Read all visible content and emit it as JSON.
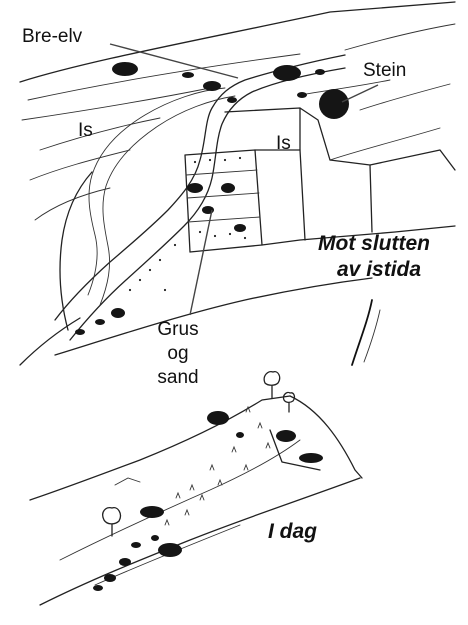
{
  "labels": {
    "bre_elv": "Bre-elv",
    "stein": "Stein",
    "is_left": "Is",
    "is_right": "Is",
    "mot_slutten_line1": "Mot slutten",
    "mot_slutten_line2": "av istida",
    "grus_line1": "Grus",
    "grus_line2": "og",
    "grus_line3": "sand",
    "i_dag": "I dag"
  },
  "colors": {
    "ink": "#111111",
    "background": "#ffffff"
  }
}
